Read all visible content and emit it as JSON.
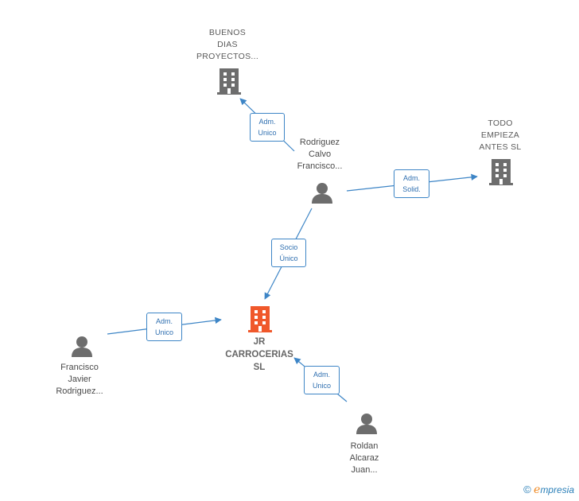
{
  "nodes": {
    "buenos": {
      "lines": [
        "BUENOS",
        "DIAS",
        "PROYECTOS..."
      ],
      "type": "company"
    },
    "todo": {
      "lines": [
        "TODO",
        "EMPIEZA",
        "ANTES  SL"
      ],
      "type": "company"
    },
    "jr": {
      "lines": [
        "JR",
        "CARROCERIAS",
        "SL"
      ],
      "type": "company-main"
    },
    "rodriguez_calvo": {
      "lines": [
        "Rodriguez",
        "Calvo",
        "Francisco..."
      ],
      "type": "person"
    },
    "francisco_javier": {
      "lines": [
        "Francisco",
        "Javier",
        "Rodriguez..."
      ],
      "type": "person"
    },
    "roldan": {
      "lines": [
        "Roldan",
        "Alcaraz",
        "Juan..."
      ],
      "type": "person"
    }
  },
  "edges": [
    {
      "from": "rodriguez_calvo",
      "to": "buenos",
      "label": [
        "Adm.",
        "Unico"
      ]
    },
    {
      "from": "rodriguez_calvo",
      "to": "todo",
      "label": [
        "Adm.",
        "Solid."
      ]
    },
    {
      "from": "rodriguez_calvo",
      "to": "jr",
      "label": [
        "Socio",
        "Único"
      ]
    },
    {
      "from": "francisco_javier",
      "to": "jr",
      "label": [
        "Adm.",
        "Unico"
      ]
    },
    {
      "from": "roldan",
      "to": "jr",
      "label": [
        "Adm.",
        "Unico"
      ]
    }
  ],
  "colors": {
    "edge": "#3d85c6",
    "company": "#6d6d6d",
    "company_main": "#f0582b",
    "person": "#6d6d6d"
  },
  "brand": {
    "copyright": "©",
    "initial": "e",
    "name": "mpresia"
  }
}
